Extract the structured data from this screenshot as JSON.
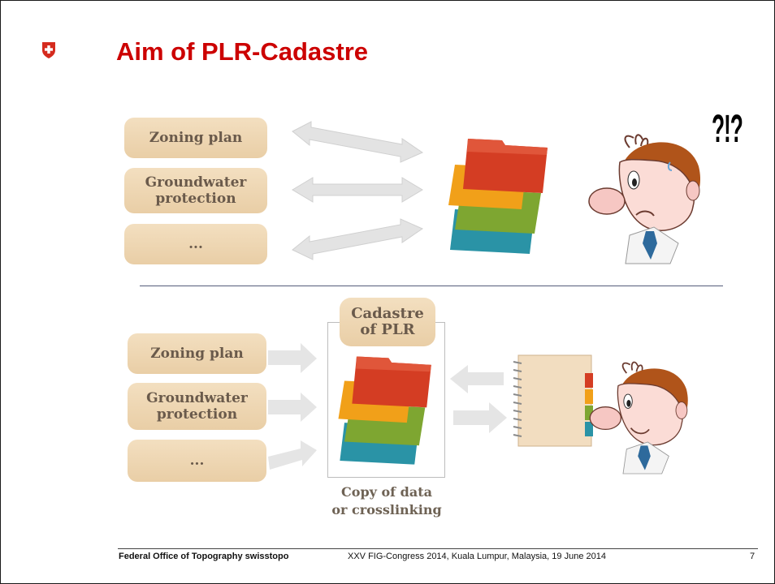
{
  "slide": {
    "title": "Aim of PLR-Cadastre",
    "page_number": "7"
  },
  "top_diagram": {
    "sources": [
      "Zoning plan",
      "Groundwater\nprotection",
      "..."
    ],
    "exclamation": "?!?"
  },
  "bottom_diagram": {
    "sources": [
      "Zoning plan",
      "Groundwater\nprotection",
      "..."
    ],
    "cadastre_label": "Cadastre\nof PLR",
    "cadastre_caption": "Copy of data\nor crosslinking"
  },
  "footer": {
    "organization": "Federal Office of Topography swisstopo",
    "event": "XXV FIG-Congress 2014, Kuala Lumpur, Malaysia, 19 June 2014"
  },
  "colors": {
    "title": "#cc0000",
    "pill": "#efd7b4",
    "folder_red": "#d43d23",
    "folder_orange": "#f1a019",
    "folder_green": "#7ea631",
    "folder_teal": "#2a93a6"
  }
}
